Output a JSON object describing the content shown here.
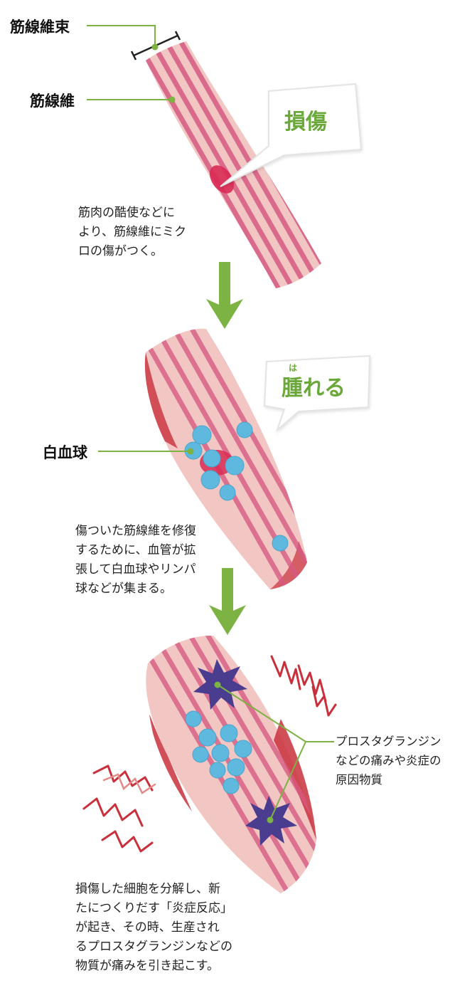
{
  "labels": {
    "bundle": "筋線維束",
    "fiber": "筋線維",
    "wbc": "白血球"
  },
  "bubbles": {
    "damage": "損傷",
    "swell": "腫れる",
    "swell_ruby": "は"
  },
  "captions": {
    "step1": [
      "筋肉の酷使などに",
      "より、筋線維にミク",
      "ロの傷がつく。"
    ],
    "step2": [
      "傷ついた筋線維を修復",
      "するために、血管が拡",
      "張して白血球やリンパ",
      "球などが集まる。"
    ],
    "step3": [
      "損傷した細胞を分解し、新",
      "たにつくりだす「炎症反応」",
      "が起き、その時、生産され",
      "るプロスタグランジンなどの",
      "物質が痛みを引き起こす。"
    ]
  },
  "legend": [
    "プロスタグランジン",
    "などの痛みや炎症の",
    "原因物質"
  ],
  "colors": {
    "accent_green": "#6aa83a",
    "arrow_green": "#7cb342",
    "muscle_pink": "#f2c6c3",
    "fiber_stripe": "#d65a82",
    "inflamed_red": "#c9303c",
    "wbc_blue": "#5fb8dd",
    "prostaglandin": "#4a3d8f"
  },
  "icons": [
    "down-arrow-icon",
    "down-arrow-icon",
    "pain-zigzag-icon"
  ]
}
